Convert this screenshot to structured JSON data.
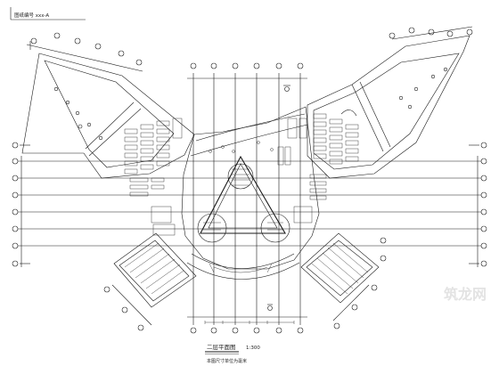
{
  "drawing": {
    "header_note": "图纸编号 xxx-A",
    "title": "二层平面图",
    "scale": "1:300",
    "subtitle": "本图尺寸单位为毫米",
    "watermark": "筑龙网"
  },
  "colors": {
    "line": "#1a1a1a",
    "background": "#ffffff"
  }
}
